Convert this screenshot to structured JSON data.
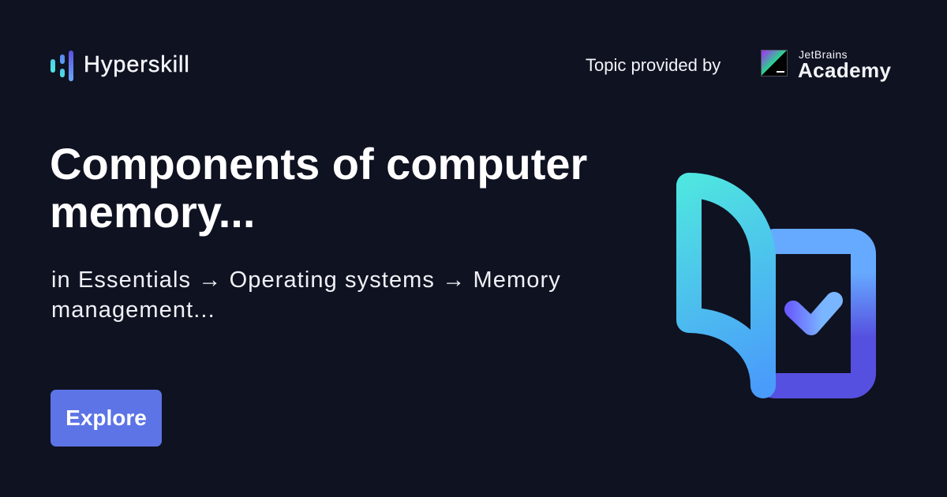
{
  "brand": {
    "name": "Hyperskill",
    "logo_icon": "hyperskill-bars-icon"
  },
  "provider": {
    "label": "Topic provided by",
    "company": "JetBrains",
    "product": "Academy",
    "logo_icon": "jetbrains-logo-icon"
  },
  "topic": {
    "title": "Components of computer memory...",
    "breadcrumb": {
      "prefix": "in",
      "separator": "→",
      "items": [
        "Essentials",
        "Operating systems",
        "Memory management..."
      ]
    }
  },
  "cta": {
    "label": "Explore"
  },
  "illustration": {
    "icon": "book-checkmark-icon"
  },
  "colors": {
    "background": "#0f1221",
    "accent": "#5d74e6",
    "text": "#f3f4f8",
    "page_gradient": [
      "#4fe6e0",
      "#4a9cfa"
    ],
    "frame_gradient": [
      "#66aaff",
      "#5650e0"
    ],
    "check_gradient": [
      "#6a5cff",
      "#7ab8ff"
    ]
  }
}
